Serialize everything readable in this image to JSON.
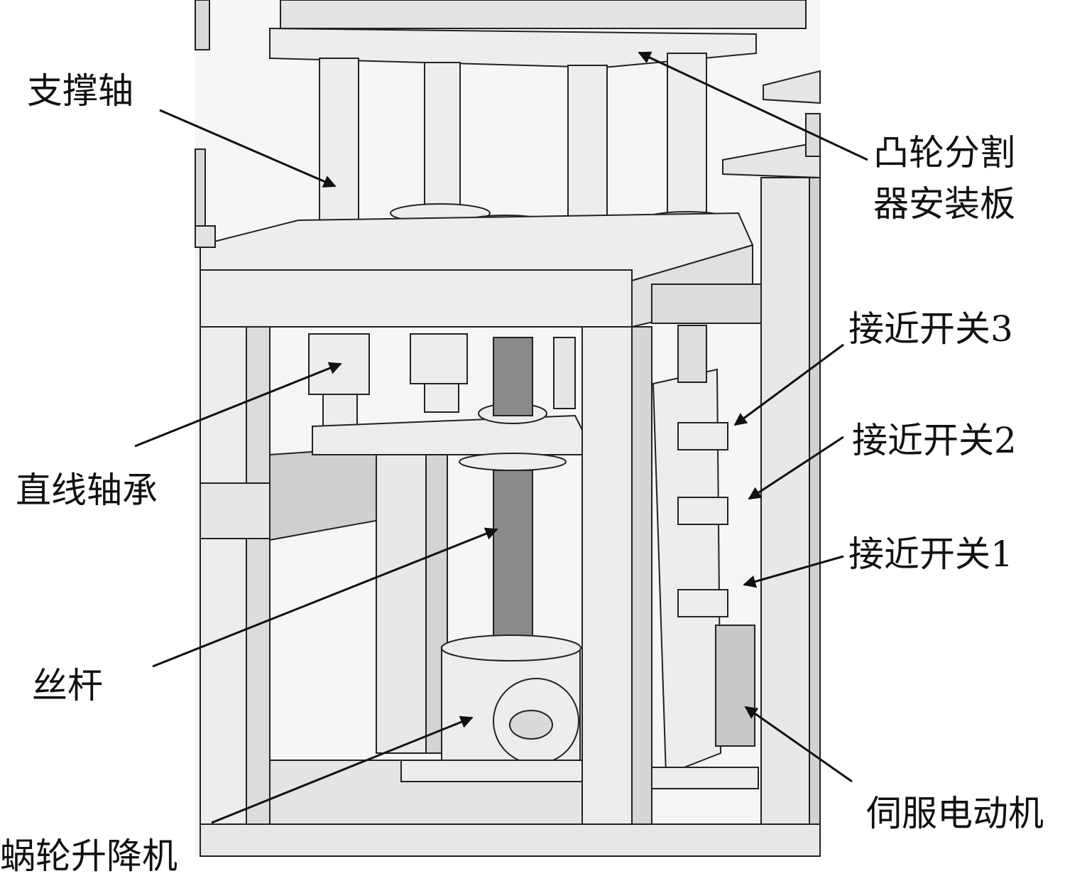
{
  "labels": {
    "support_shaft": "支撑轴",
    "cam_mount_line1": "凸轮分割",
    "cam_mount_line2": "器安装板",
    "prox_switch_3": "接近开关3",
    "prox_switch_2": "接近开关2",
    "prox_switch_1": "接近开关1",
    "linear_bearing": "直线轴承",
    "lead_screw": "丝杆",
    "servo_motor": "伺服电动机",
    "worm_lift": "蜗轮升降机"
  },
  "colors": {
    "part_fill": "#ededed",
    "part_stroke": "#222222",
    "shade": "#cfcfcf",
    "dark_shade": "#bdbdbd"
  }
}
